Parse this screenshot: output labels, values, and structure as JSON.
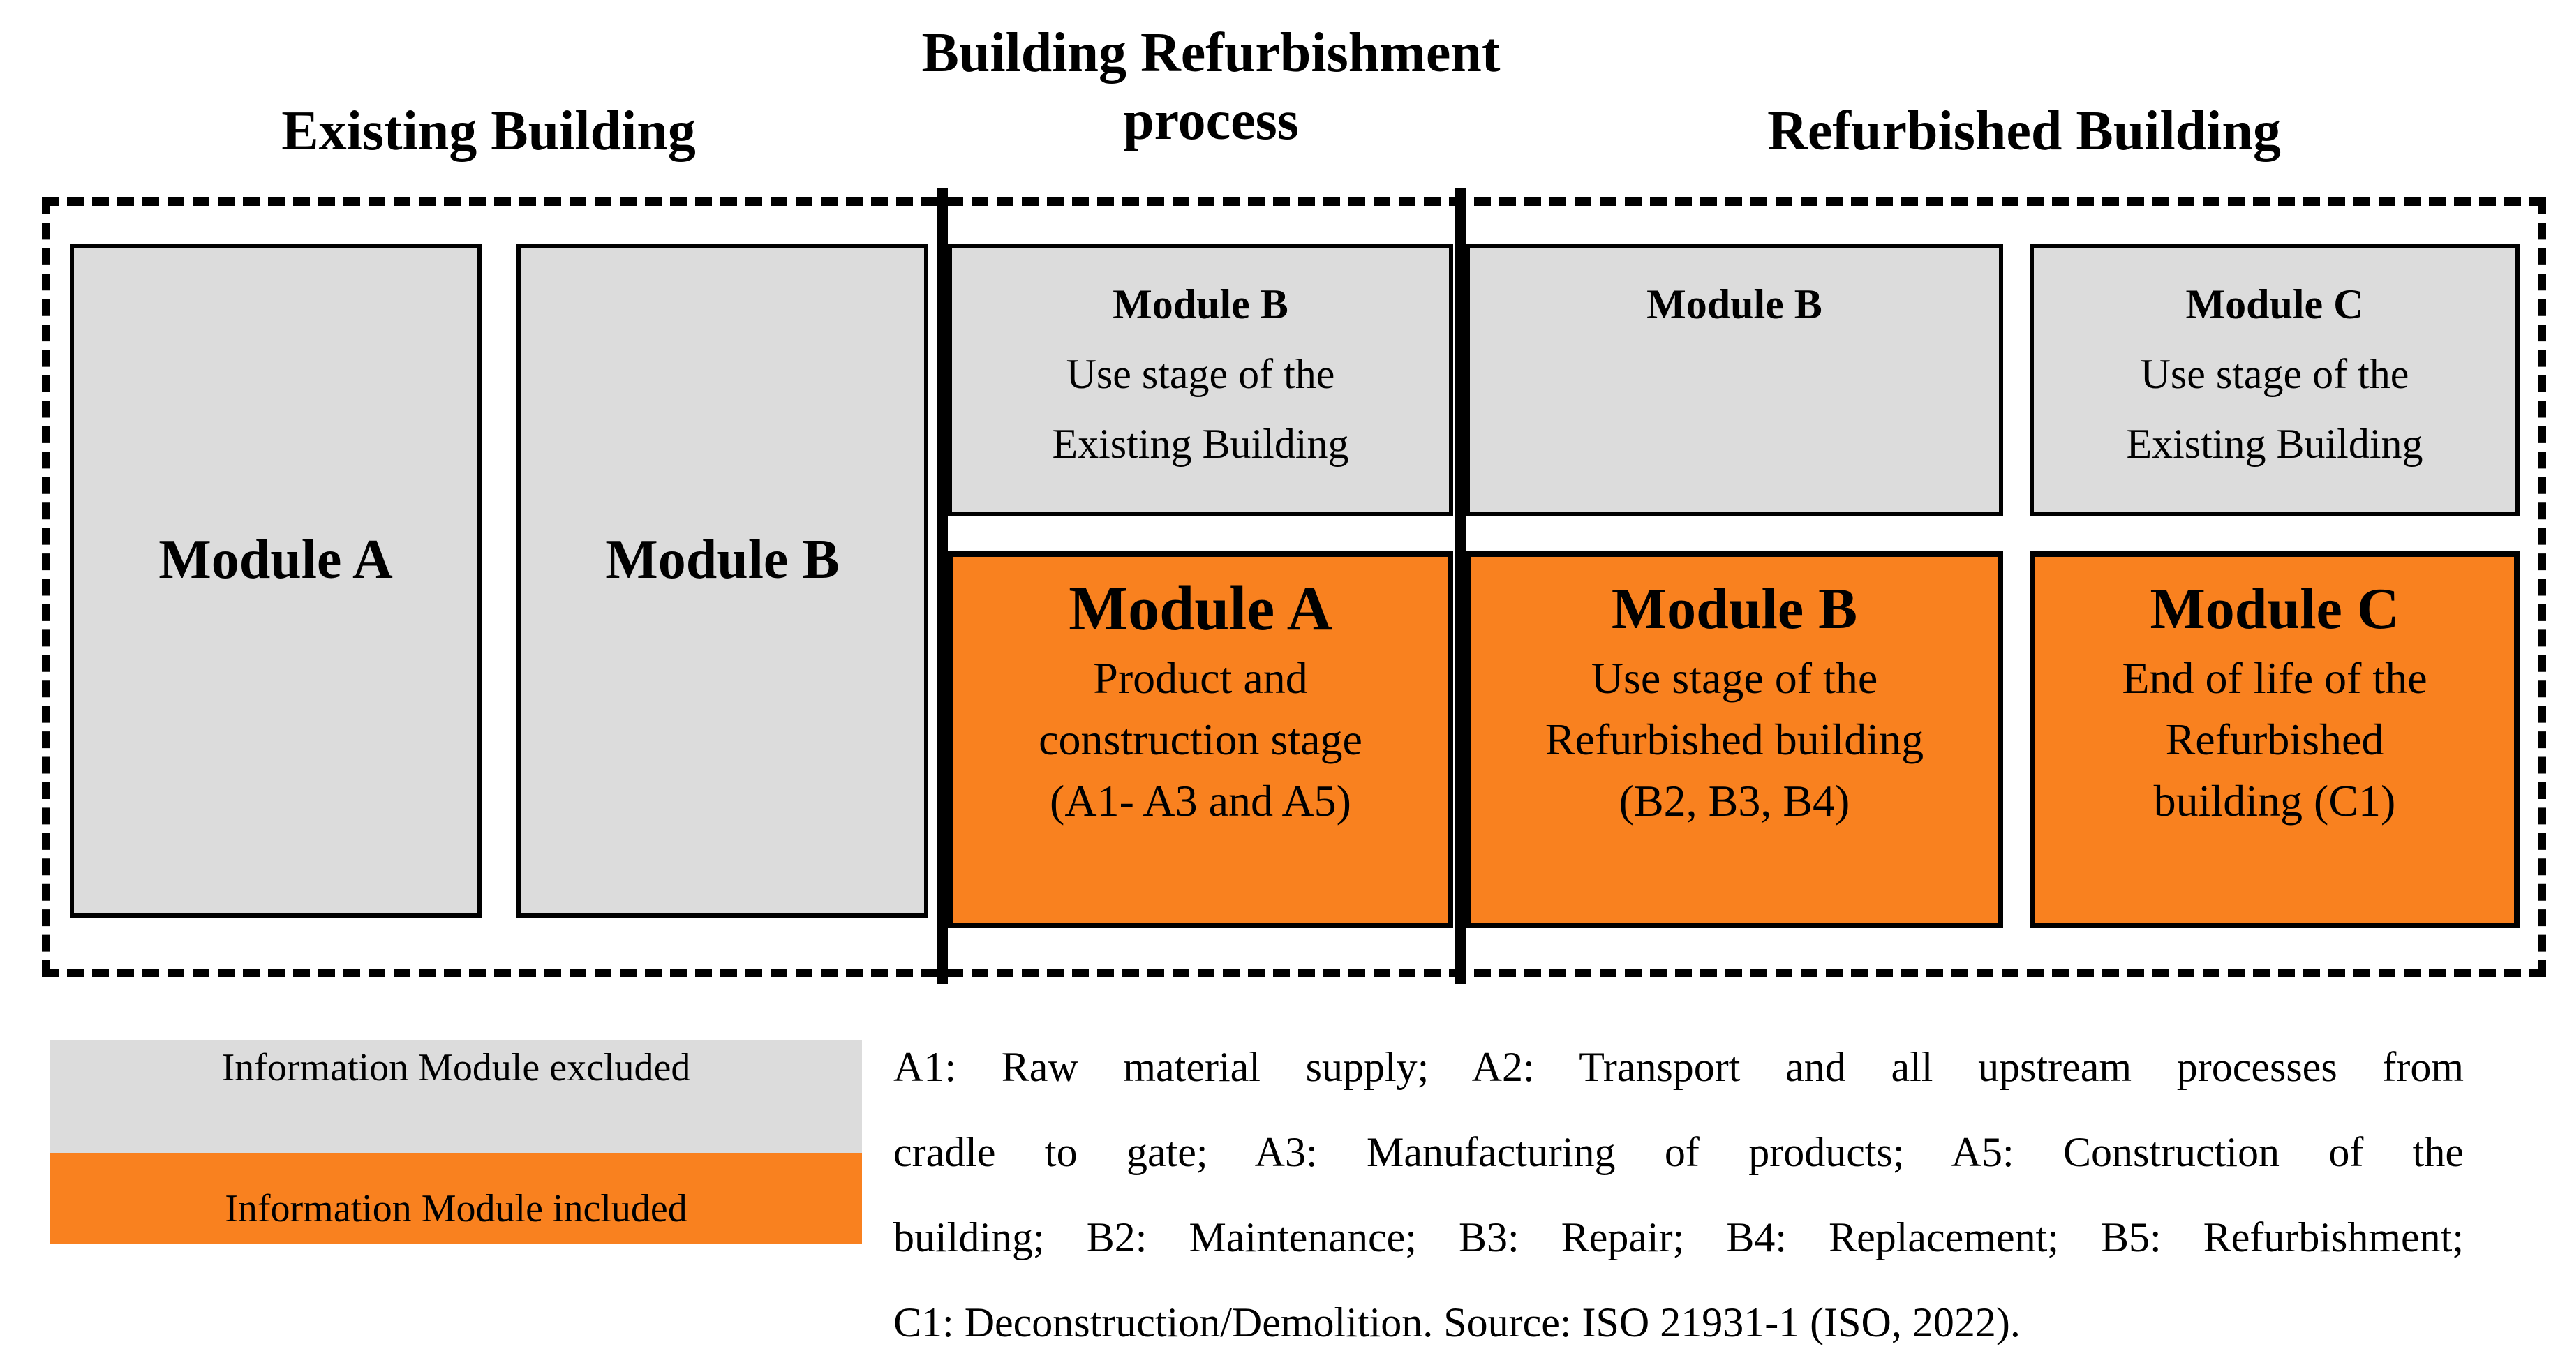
{
  "headers": {
    "existing": "Existing Building",
    "process_line1": "Building Refurbishment",
    "process_line2": "process",
    "refurbished": "Refurbished Building"
  },
  "colors": {
    "excluded_gray": "#dcdcdc",
    "included_orange": "#f9811f",
    "line_black": "#000000"
  },
  "existing_section": {
    "module_a": "Module A",
    "module_b": "Module B"
  },
  "process_section": {
    "top": {
      "title": "Module B",
      "line2": "Use stage of the",
      "line3": "Existing Building"
    },
    "bottom": {
      "title": "Module A",
      "line2": "Product and",
      "line3": "construction stage",
      "line4": "(A1- A3 and A5)"
    }
  },
  "refurbished_section": {
    "b_top": {
      "title": "Module B"
    },
    "b_bottom": {
      "title": "Module B",
      "line2": "Use stage of the",
      "line3": "Refurbished building",
      "line4": "(B2, B3, B4)"
    },
    "c_top": {
      "title": "Module C",
      "line2": "Use stage of the",
      "line3": "Existing Building"
    },
    "c_bottom": {
      "title": "Module C",
      "line2": "End of life of the",
      "line3": "Refurbished",
      "line4": "building (C1)"
    }
  },
  "legend": {
    "excluded": "Information Module excluded",
    "included": "Information Module included"
  },
  "caption": {
    "line1": "A1: Raw material supply; A2: Transport and all upstream processes from",
    "line2": "cradle to gate; A3: Manufacturing of products; A5: Construction of the",
    "line3": "building; B2: Maintenance; B3: Repair; B4: Replacement; B5: Refurbishment;",
    "line4": "C1: Deconstruction/Demolition. Source: ISO 21931-1 (ISO, 2022)."
  }
}
